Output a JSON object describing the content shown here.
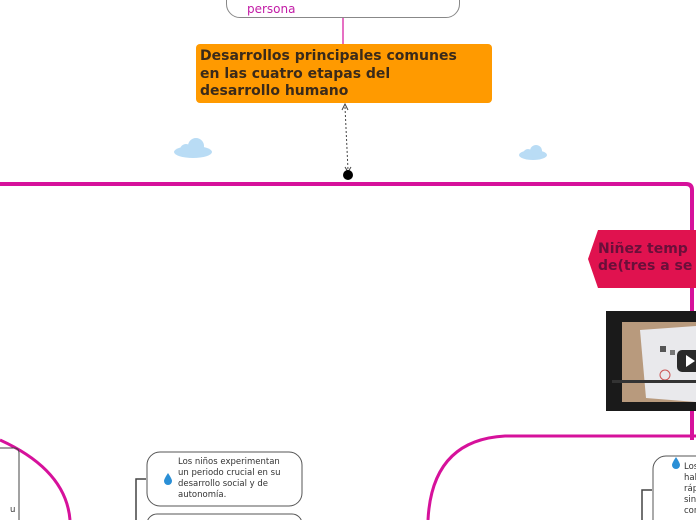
{
  "nodes": {
    "top": {
      "label": "persona"
    },
    "central": {
      "lines": [
        "Desarrollos principales comunes",
        "en las cuatro etapas del",
        "desarrollo humano"
      ]
    },
    "ribbon": {
      "lines": [
        "Niñez temp",
        "de(tres a se"
      ]
    },
    "note_center": {
      "lines": [
        "Los niños experimentan",
        "un periodo crucial en su",
        "desarrollo social y de",
        "autonomía."
      ]
    },
    "note_right": {
      "lines": [
        "Los",
        "hab",
        "ráp",
        "sin",
        "cor"
      ]
    },
    "note_left_edge": {
      "lines": [
        "u"
      ]
    }
  },
  "colors": {
    "branch": "#d6119b",
    "ribbon": "#e0124f",
    "central": "#ff9a00",
    "cloud": "#b9dcf5",
    "drop": "#2a8fd6"
  },
  "icons": [
    "cloud-icon",
    "cloud-icon",
    "water-drop-icon",
    "water-drop-icon",
    "play-icon"
  ]
}
